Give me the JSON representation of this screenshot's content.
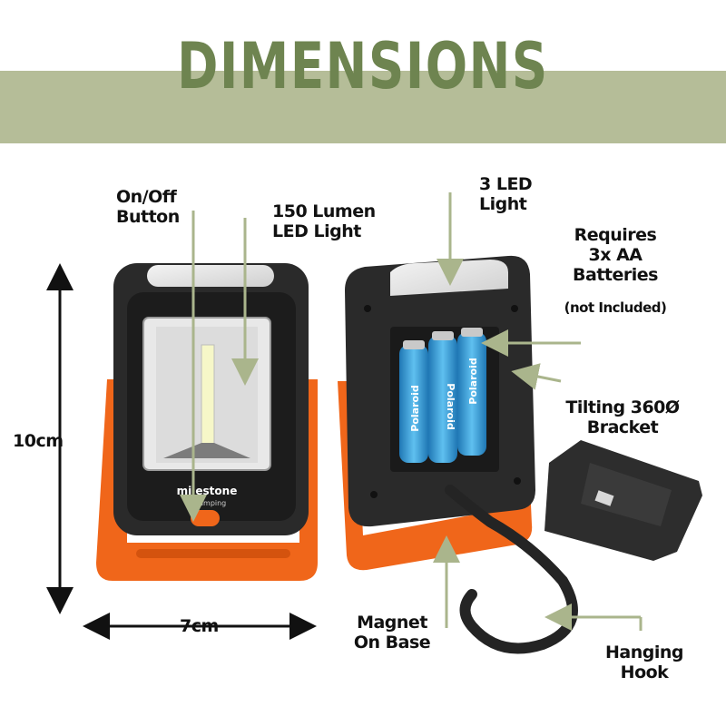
{
  "header": {
    "title": "DIMENSIONS"
  },
  "labels": {
    "on_off_button": "On/Off\nButton",
    "lumen_light": "150 Lumen\nLED Light",
    "led_light": "3 LED\nLight",
    "requires_batteries": "Requires\n3x AA\nBatteries",
    "not_included": "(not Included)",
    "tilting_bracket": "Tilting 360Ø\nBracket",
    "height": "10cm",
    "width": "7cm",
    "magnet": "Magnet\nOn Base",
    "hanging_hook": "Hanging\nHook"
  },
  "product": {
    "brand": "milestone",
    "brand_sub": "camping",
    "battery_brand": "Polaroid"
  },
  "colors": {
    "banner": "#b5bd98",
    "title": "#6e8450",
    "arrow": "#aab58c",
    "body": "#2b2b2b",
    "bracket": "#f0661a",
    "battery": "#2f9bd6"
  }
}
